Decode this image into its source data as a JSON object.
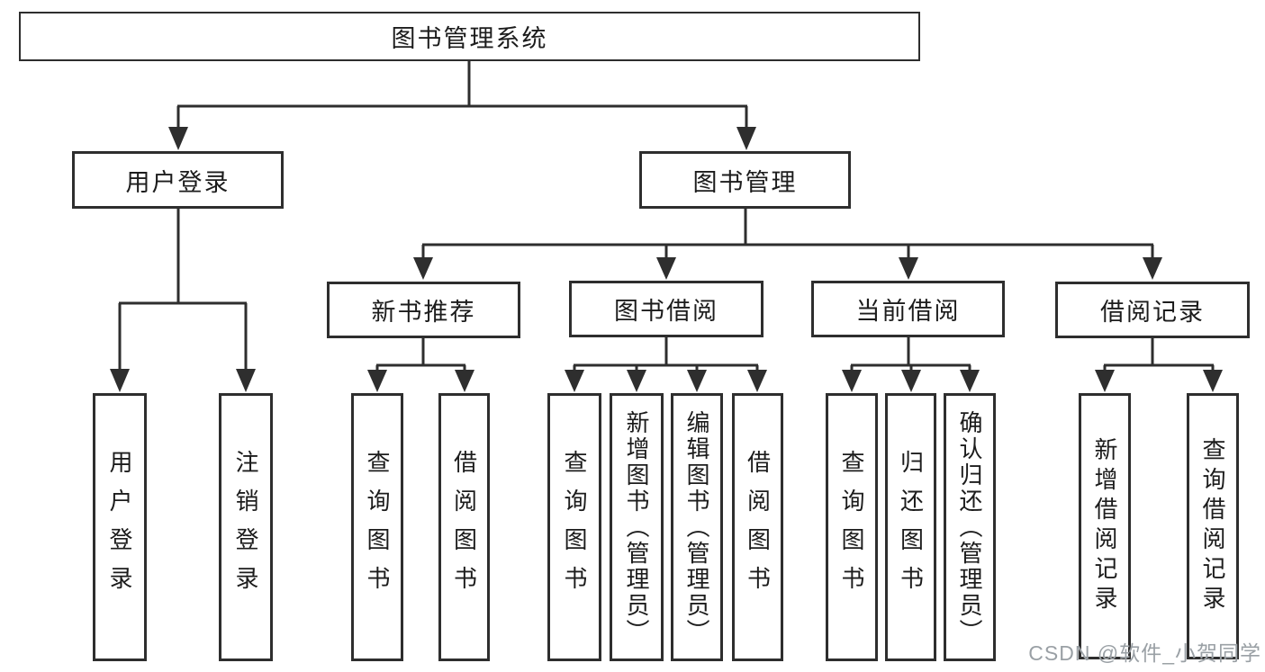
{
  "nodes": {
    "root": "图书管理系统",
    "user_login": "用户登录",
    "book_mgmt": "图书管理",
    "new_book_rec": "新书推荐",
    "book_borrow": "图书借阅",
    "current_borrow": "当前借阅",
    "borrow_record": "借阅记录",
    "leaf_user_login": "用户登录",
    "leaf_logout": "注销登录",
    "rec_query_book": "查询图书",
    "rec_borrow_book": "借阅图书",
    "bb_query_book": "查询图书",
    "bb_add_book": "新增图书（管理员）",
    "bb_edit_book": "编辑图书（管理员）",
    "bb_borrow_book": "借阅图书",
    "cb_query_book": "查询图书",
    "cb_return_book": "归还图书",
    "cb_confirm_return": "确认归还（管理员）",
    "br_add_record": "新增借阅记录",
    "br_query_record": "查询借阅记录"
  },
  "watermark": "CSDN @软件_小贺同学",
  "colors": {
    "line": "#2e2e2e",
    "text": "#1c1c1c",
    "watermark": "#9aa0a5",
    "background": "#ffffff"
  }
}
